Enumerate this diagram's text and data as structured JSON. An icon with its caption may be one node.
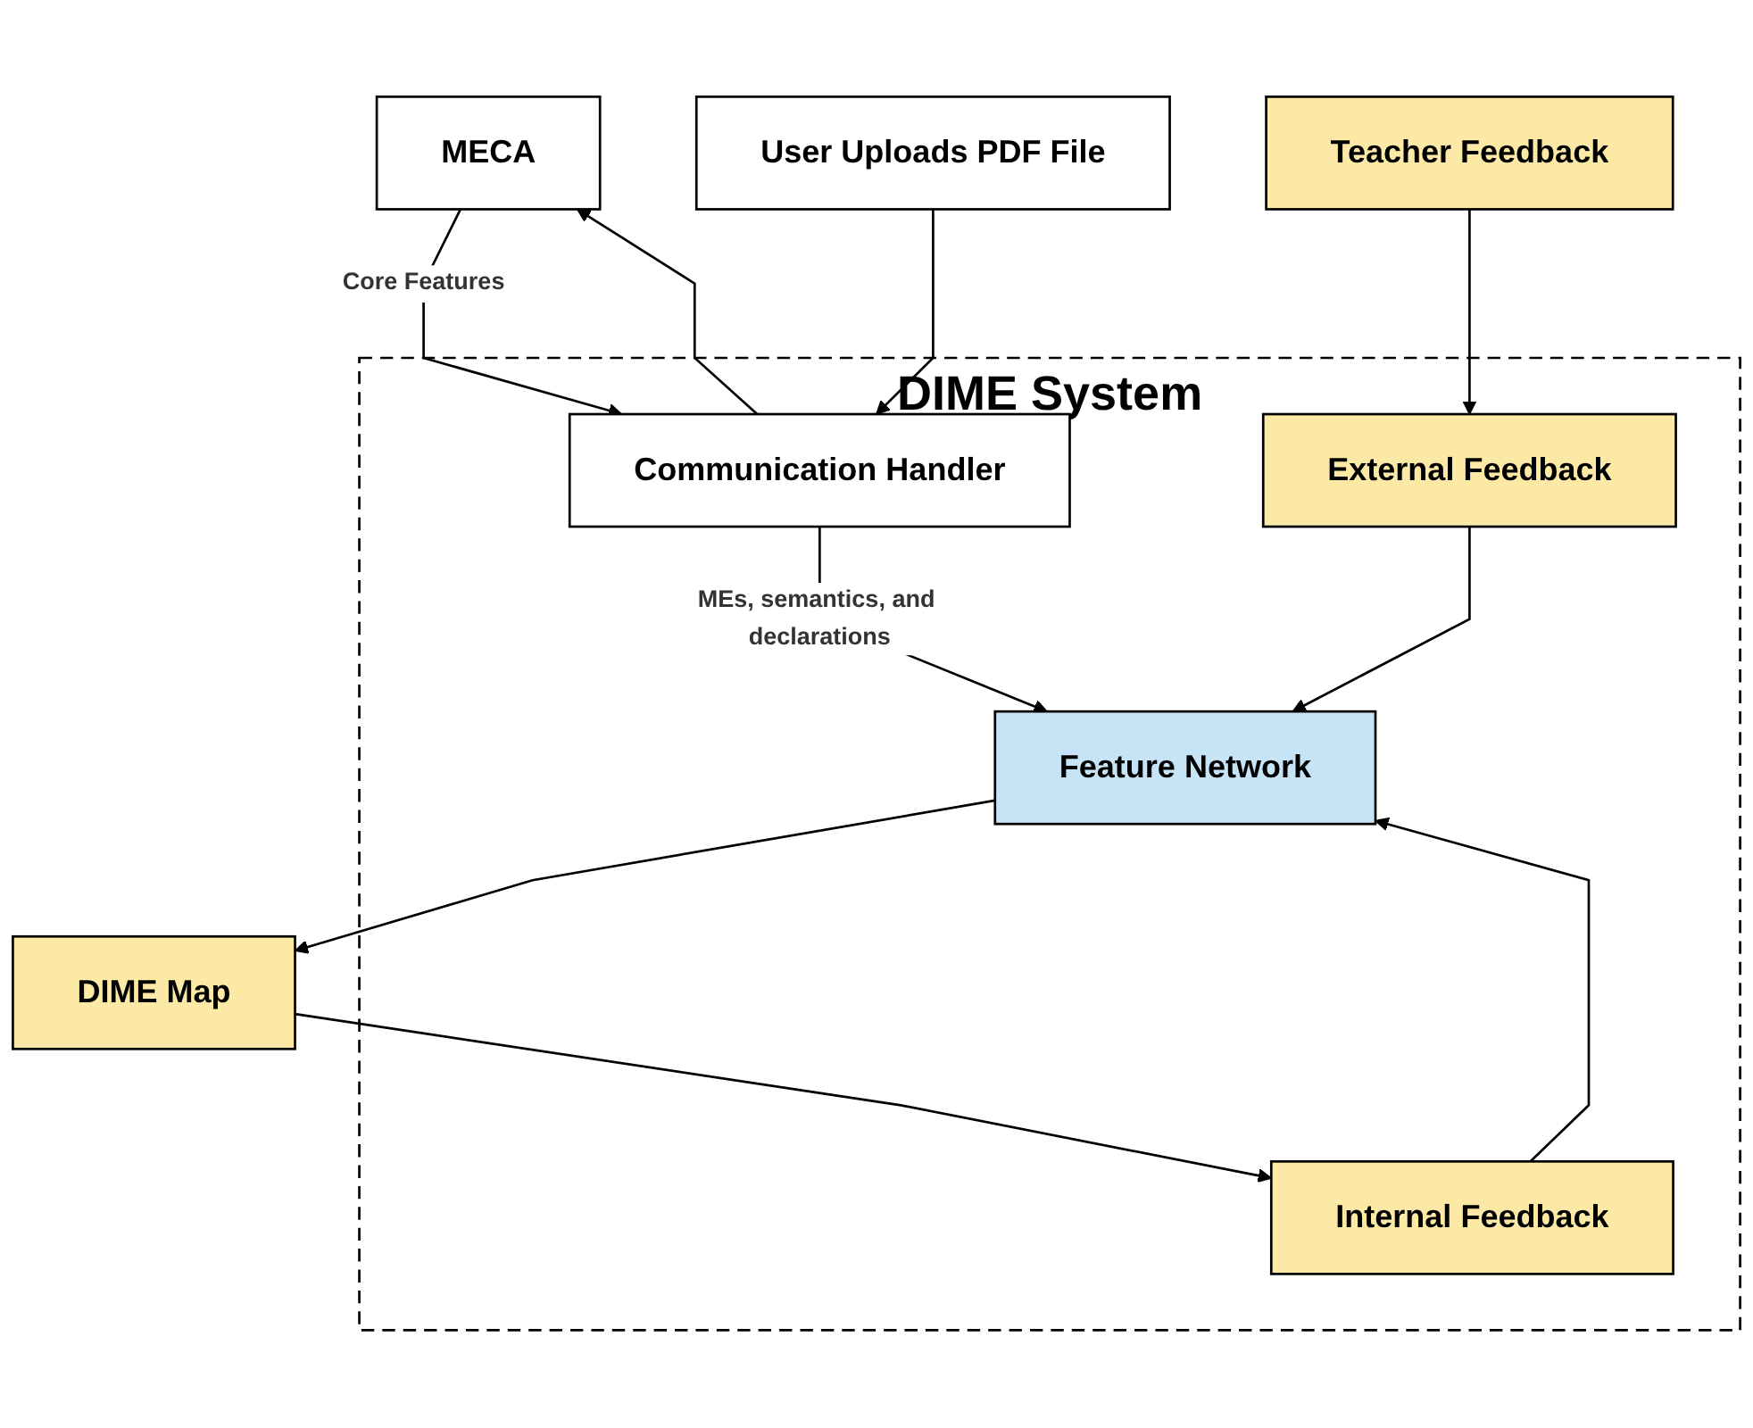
{
  "diagram": {
    "nodes": [
      {
        "text": [
          "MECA"
        ]
      },
      {
        "text": [
          "DIME System"
        ]
      },
      {
        "text": [
          "User Uploads PDF File"
        ]
      },
      {
        "text": [
          "Communication Handler"
        ],
        "in": 1
      },
      {
        "text": [
          "External Feedback"
        ],
        "in": 1
      },
      {
        "text": [
          "Feature Network"
        ],
        "in": 1
      },
      {
        "text": [
          "Internal Feedback"
        ],
        "in": 1
      },
      {
        "text": [
          "Teacher Feedback"
        ]
      },
      {
        "text": [
          "DIME Map"
        ]
      }
    ],
    "edges": [
      {
        "from": 3,
        "to": 0,
        "arrow": "to"
      },
      {
        "from": 0,
        "to": 3,
        "arrow": "to",
        "label": "Core Features"
      },
      {
        "from": 2,
        "to": 3,
        "arrow": "to"
      },
      {
        "from": 3,
        "to": 5,
        "arrow": "to",
        "label": "MEs, semantics, and declarations"
      },
      {
        "from": 7,
        "to": 4,
        "arrow": "to"
      },
      {
        "from": 4,
        "to": 5,
        "arrow": "to"
      },
      {
        "from": 6,
        "to": 5,
        "arrow": "to"
      },
      {
        "from": 5,
        "to": 8,
        "arrow": "to"
      },
      {
        "from": 8,
        "to": 6,
        "arrow": "to"
      }
    ]
  }
}
